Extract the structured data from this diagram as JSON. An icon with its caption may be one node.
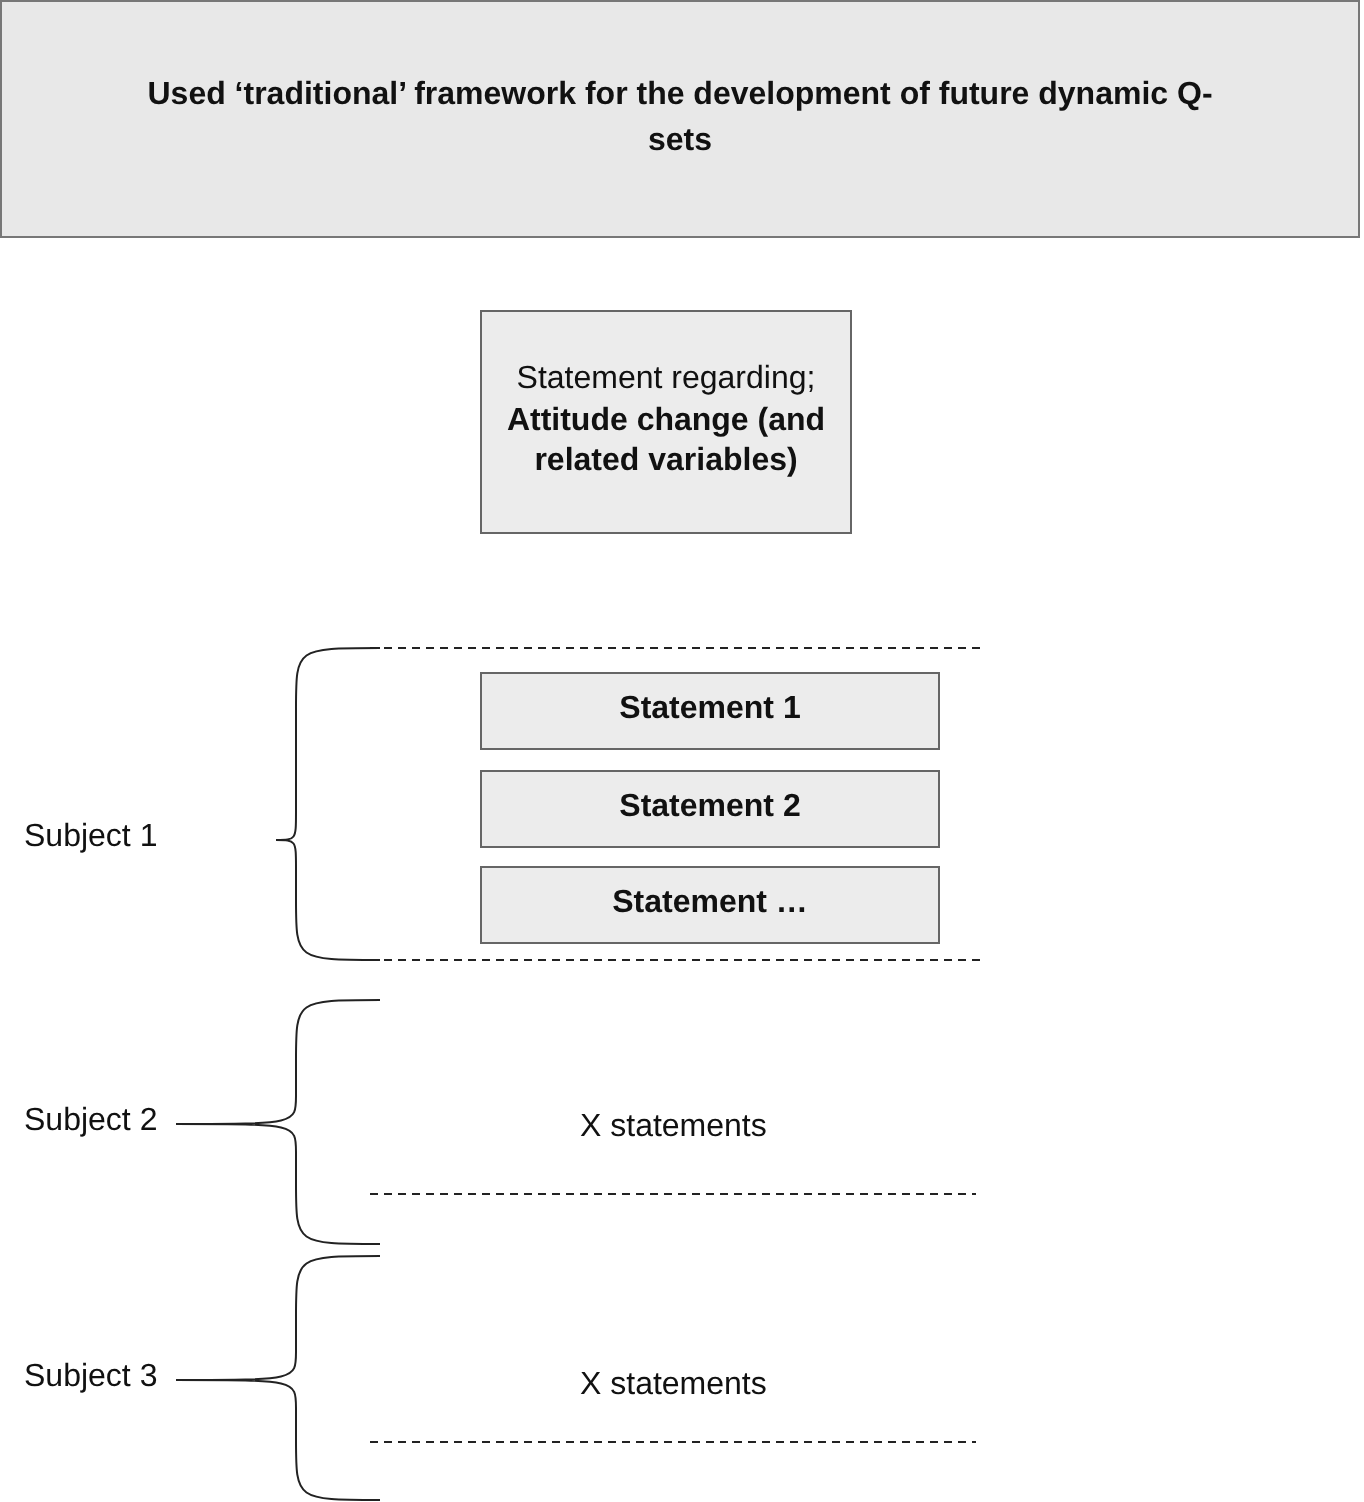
{
  "diagram": {
    "title": "Used ‘traditional’ framework for the development of future dynamic Q-sets",
    "nodes": [
      {
        "text": [
          "Statement regarding;",
          "Attitude change (and related variables)"
        ]
      },
      {
        "text": [
          "Statement 1"
        ]
      },
      {
        "text": [
          "Statement 2"
        ]
      },
      {
        "text": [
          "Statement …"
        ]
      }
    ],
    "labels": [
      "Subject 1",
      "Subject 2",
      "X statements",
      "Subject 3",
      "X statements"
    ]
  }
}
